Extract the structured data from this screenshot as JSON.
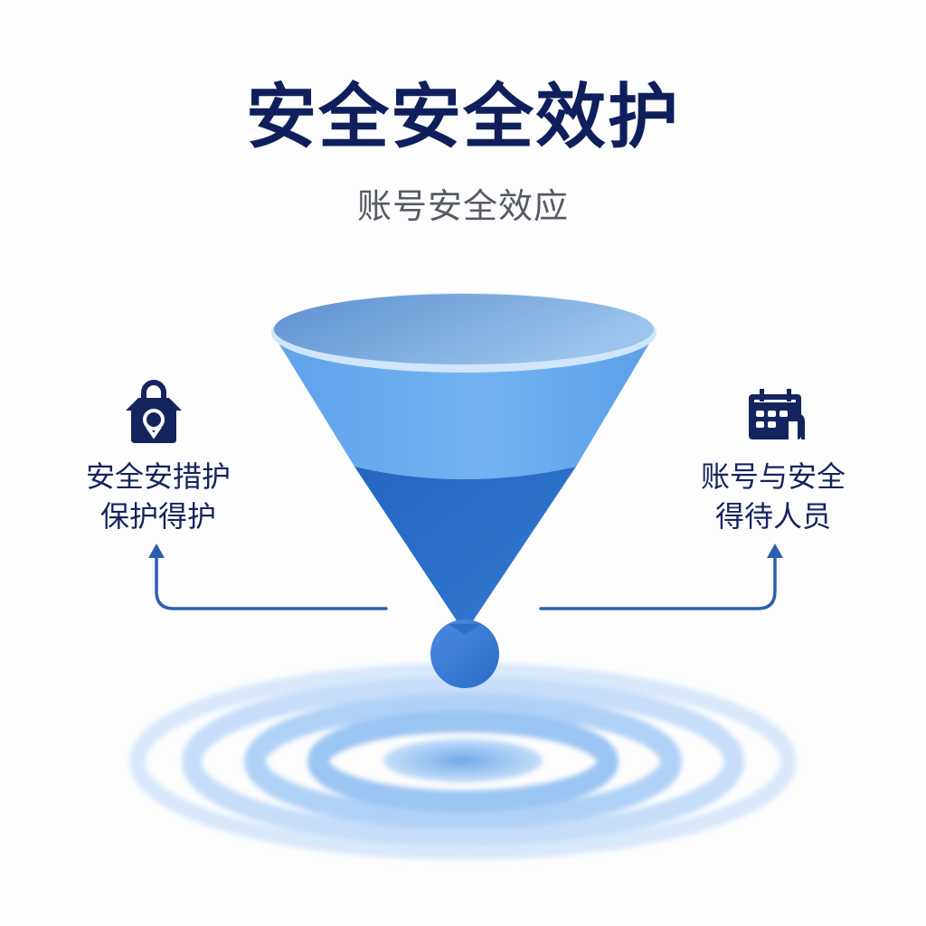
{
  "header": {
    "title": "安全安全效护",
    "subtitle": "账号安全效应"
  },
  "left_panel": {
    "icon": "lock-house-location-icon",
    "lines": [
      "安全安措护",
      "保护得护"
    ]
  },
  "right_panel": {
    "icon": "calendar-icon",
    "lines": [
      "账号与安全",
      "得待人员"
    ]
  },
  "funnel": {
    "top_color": "#6fa6e0",
    "upper_band_color": "#6aaeef",
    "lower_band_color": "#2e6fc8",
    "drop_color": "#3a7ad6",
    "rim_color": "#cfe6fb"
  },
  "colors": {
    "title": "#0f1f5c",
    "subtitle": "#555a63",
    "label": "#14245e",
    "arrow": "#2a5fb0",
    "ripple": "#6aa8ec"
  }
}
